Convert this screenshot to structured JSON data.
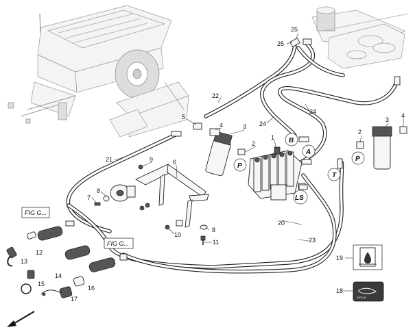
{
  "callouts": {
    "n1": "1",
    "n2a": "2",
    "n2b": "2",
    "n3a": "3",
    "n3b": "3",
    "n4a": "4",
    "n4b": "4",
    "n5": "5",
    "n6": "6",
    "n7": "7",
    "n8a": "8",
    "n8b": "8",
    "n9": "9",
    "n10": "10",
    "n11": "11",
    "n12": "12",
    "n13": "13",
    "n14": "14",
    "n15": "15",
    "n16": "16",
    "n17": "17",
    "n18": "18",
    "n19": "19",
    "n20": "20",
    "n21": "21",
    "n22": "22",
    "n23": "23",
    "n24a": "24",
    "n24b": "24",
    "n25a": "25",
    "n25b": "25"
  },
  "port_codes": {
    "B": "B",
    "A": "A",
    "P1": "P",
    "P2": "P",
    "T": "T",
    "LS": "LS"
  },
  "figure_refs": {
    "fig1": "FIG G...",
    "fig2": "FIG G..."
  },
  "label_18_code": "020118"
}
